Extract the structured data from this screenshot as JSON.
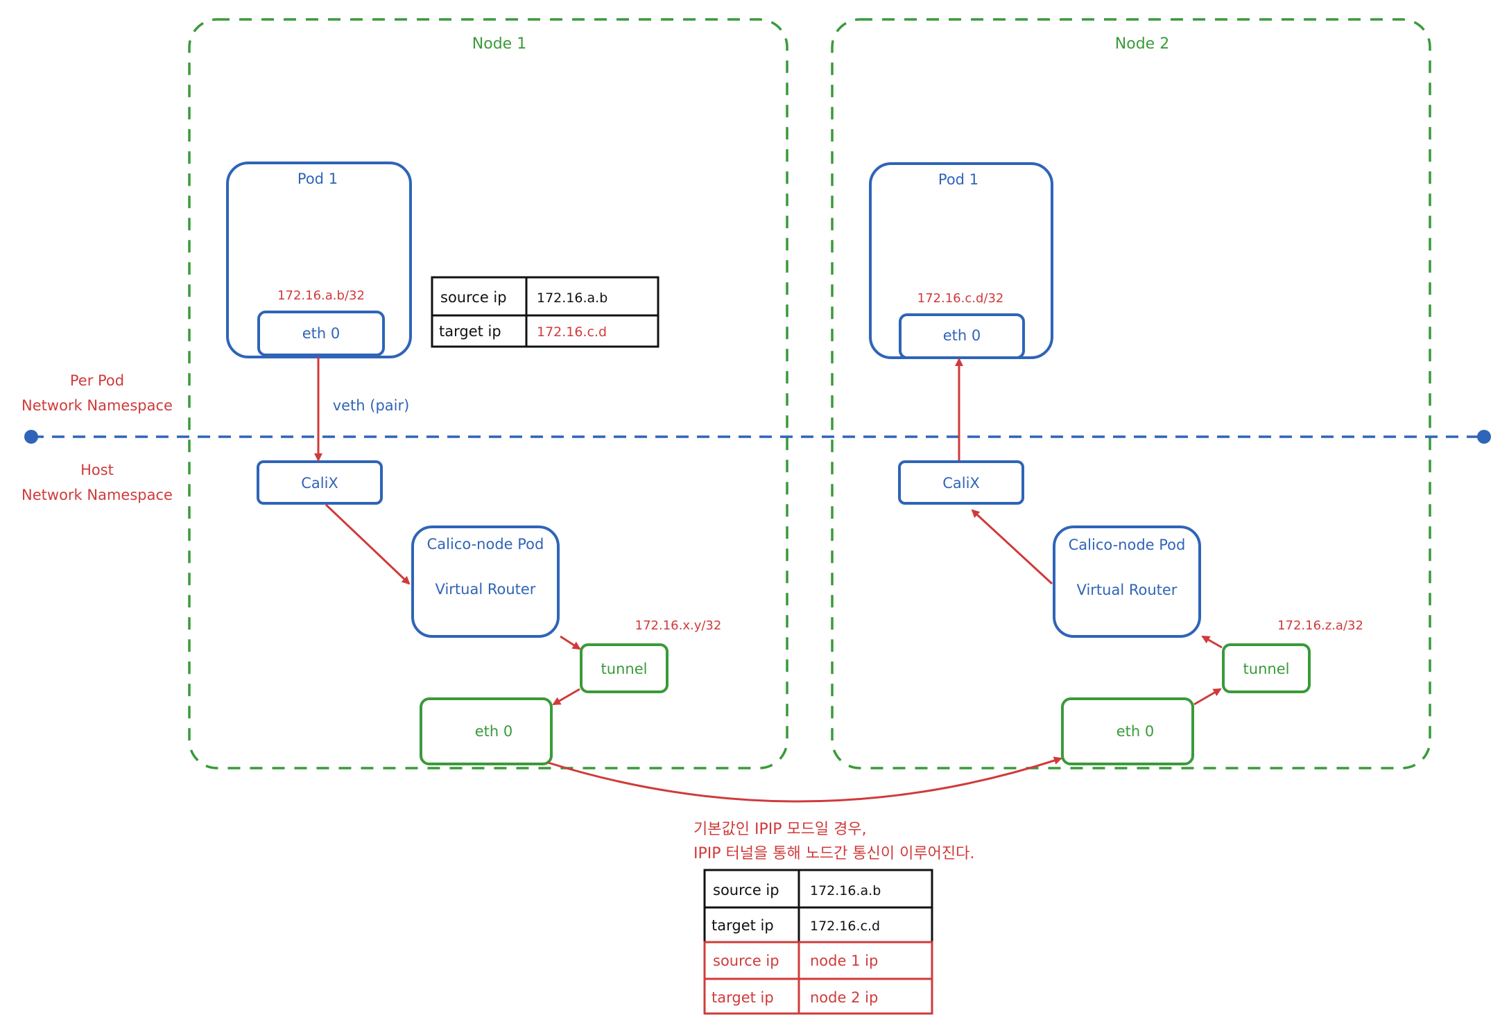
{
  "namespaces": {
    "per_pod_line1": "Per Pod",
    "per_pod_line2": "Network Namespace",
    "host_line1": "Host",
    "host_line2": "Network Namespace"
  },
  "node1": {
    "title": "Node 1",
    "pod_title": "Pod 1",
    "pod_ip": "172.16.a.b/32",
    "pod_eth": "eth 0",
    "veth_label": "veth (pair)",
    "cali": "CaliX",
    "router_line1": "Calico-node Pod",
    "router_line2": "Virtual Router",
    "tunnel_ip": "172.16.x.y/32",
    "tunnel": "tunnel",
    "host_eth": "eth 0"
  },
  "node2": {
    "title": "Node 2",
    "pod_title": "Pod 1",
    "pod_ip": "172.16.c.d/32",
    "pod_eth": "eth 0",
    "cali": "CaliX",
    "router_line1": "Calico-node Pod",
    "router_line2": "Virtual Router",
    "tunnel_ip": "172.16.z.a/32",
    "tunnel": "tunnel",
    "host_eth": "eth 0"
  },
  "table_top": {
    "rows": [
      {
        "key": "source ip",
        "value": "172.16.a.b"
      },
      {
        "key": "target ip",
        "value": "172.16.c.d"
      }
    ]
  },
  "note": {
    "line1": "기본값인 IPIP 모드일 경우,",
    "line2": "IPIP 터널을 통해 노드간 통신이 이루어진다."
  },
  "table_bottom": {
    "rows": [
      {
        "key": "source ip",
        "value": "172.16.a.b"
      },
      {
        "key": "target ip",
        "value": "172.16.c.d"
      },
      {
        "key": "source ip",
        "value": "node 1 ip"
      },
      {
        "key": "target ip",
        "value": "node 2 ip"
      }
    ]
  },
  "colors": {
    "blue": "#2f64b8",
    "red": "#d03a3a",
    "green": "#3a9a3a",
    "black": "#111111"
  }
}
